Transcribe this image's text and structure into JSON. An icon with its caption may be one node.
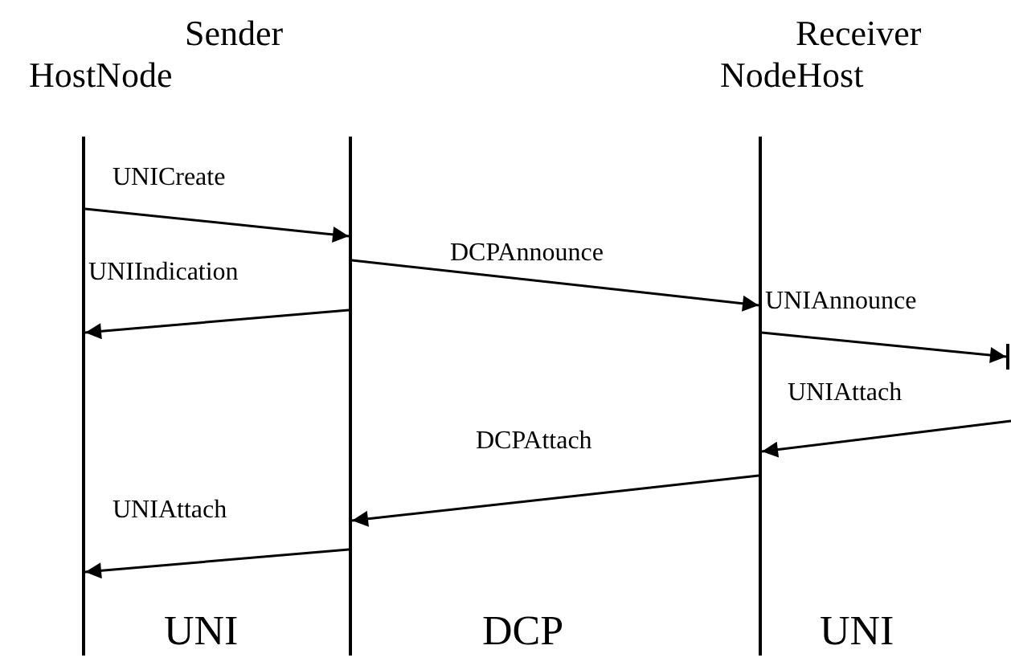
{
  "diagram": {
    "nodes": [
      {
        "text": [],
        "shape": "bar"
      },
      {
        "text": [],
        "shape": "bar"
      },
      {
        "text": [],
        "shape": "bar"
      },
      {
        "text": [],
        "shape": "bar"
      }
    ],
    "edges": [
      {
        "from": 0,
        "to": 1,
        "arrow": "to",
        "label": "UNICreate"
      },
      {
        "from": 1,
        "to": 0,
        "arrow": "to",
        "label": "UNIIndication"
      },
      {
        "from": 1,
        "to": 2,
        "arrow": "to",
        "label": "DCPAnnounce"
      },
      {
        "from": 2,
        "to": 3,
        "arrow": "to",
        "label": "UNIAnnounce"
      },
      {
        "from": null,
        "to": 2,
        "arrow": "to",
        "label": "UNIAttach"
      },
      {
        "from": 2,
        "to": 1,
        "arrow": "to",
        "label": "DCPAttach"
      },
      {
        "from": 1,
        "to": 0,
        "arrow": "to",
        "label": "UNIAttach"
      }
    ],
    "labels": [
      "Sender",
      "HostNode",
      "Receiver",
      "NodeHost",
      "UNI",
      "DCP",
      "UNI"
    ]
  }
}
